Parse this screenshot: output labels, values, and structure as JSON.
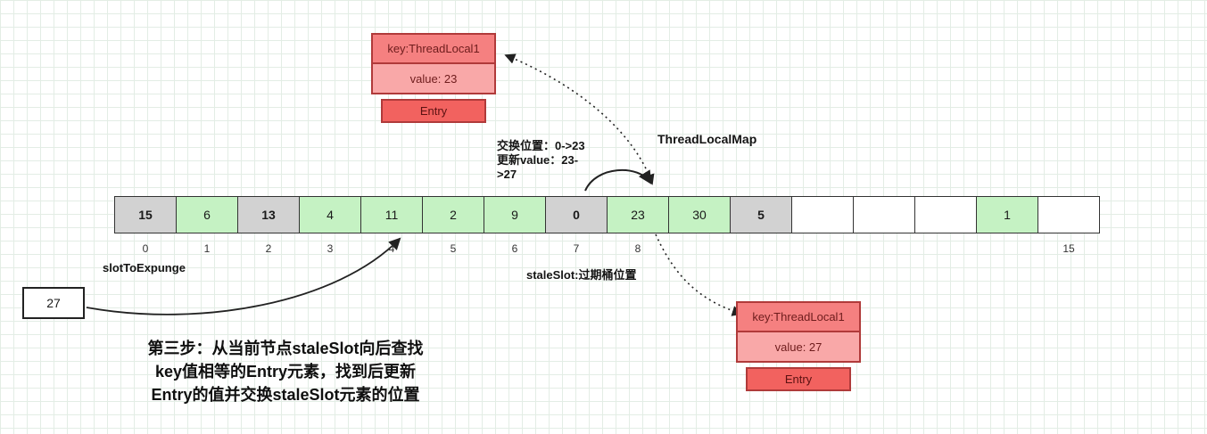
{
  "diagram": {
    "map_title": "ThreadLocalMap",
    "swap_note": {
      "line1": "交换位置：0->23",
      "line2": "更新value：23-",
      "line3": ">27"
    },
    "entry_top": {
      "key": "key:ThreadLocal1",
      "value": "value: 23",
      "tag": "Entry"
    },
    "entry_bottom": {
      "key": "key:ThreadLocal1",
      "value": "value: 27",
      "tag": "Entry"
    },
    "array": {
      "cells": [
        {
          "value": "15",
          "type": "gray"
        },
        {
          "value": "6",
          "type": "green"
        },
        {
          "value": "13",
          "type": "gray"
        },
        {
          "value": "4",
          "type": "green"
        },
        {
          "value": "11",
          "type": "green"
        },
        {
          "value": "2",
          "type": "green"
        },
        {
          "value": "9",
          "type": "green"
        },
        {
          "value": "0",
          "type": "gray"
        },
        {
          "value": "23",
          "type": "green"
        },
        {
          "value": "30",
          "type": "green"
        },
        {
          "value": "5",
          "type": "gray"
        },
        {
          "value": "",
          "type": "white"
        },
        {
          "value": "",
          "type": "white"
        },
        {
          "value": "",
          "type": "white"
        },
        {
          "value": "1",
          "type": "green"
        },
        {
          "value": "",
          "type": "white"
        }
      ],
      "indices": [
        "0",
        "1",
        "2",
        "3",
        "4",
        "5",
        "6",
        "7",
        "8",
        "",
        "",
        "",
        "",
        "",
        "",
        "15"
      ]
    },
    "labels": {
      "slot_to_expunge": "slotToExpunge",
      "stale_slot": "staleSlot:过期桶位置"
    },
    "value_box": "27",
    "step_text": {
      "line1": "第三步：从当前节点staleSlot向后查找",
      "line2": "key值相等的Entry元素，找到后更新",
      "line3": "Entry的值并交换staleSlot元素的位置"
    }
  },
  "colors": {
    "cell_gray": "#d2d2d2",
    "cell_green": "#c5f2c3",
    "cell_white": "#ffffff",
    "entry_key_bg": "#f58080",
    "entry_value_bg": "#f9a8a8",
    "entry_tag_bg": "#f2625f",
    "entry_border": "#b03a3a",
    "arrow": "#222222",
    "grid_line": "#e3ede5"
  }
}
